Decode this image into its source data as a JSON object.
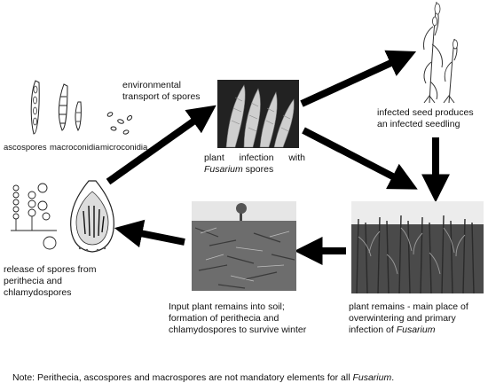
{
  "labels": {
    "ascospores": "ascospores",
    "macroconidia": "macroconidia",
    "microconidia": "microconidia",
    "env_transport": [
      "environmental",
      "transport of spores"
    ],
    "plant_infection": "plant infection with",
    "fusarium_spores_italic": "Fusarium",
    "fusarium_spores_rest": " spores",
    "infected_seed": [
      "infected seed produces",
      "an infected seedling"
    ],
    "release_spores": [
      "release of spores from",
      "perithecia and",
      "chlamydospores"
    ],
    "input_remains": [
      "Input plant remains into soil;",
      "formation of perithecia and",
      "chlamydospores to survive winter"
    ],
    "plant_remains": [
      "plant remains -  main place of",
      "overwintering and primary"
    ],
    "plant_remains_last_a": "infection of ",
    "plant_remains_last_b": "Fusarium"
  },
  "note": {
    "prefix": "Note: Perithecia, ascospores and macrospores are not mandatory elements for all ",
    "italic": "Fusarium",
    "suffix": "."
  },
  "colors": {
    "arrow": "#000000",
    "text": "#111111"
  }
}
